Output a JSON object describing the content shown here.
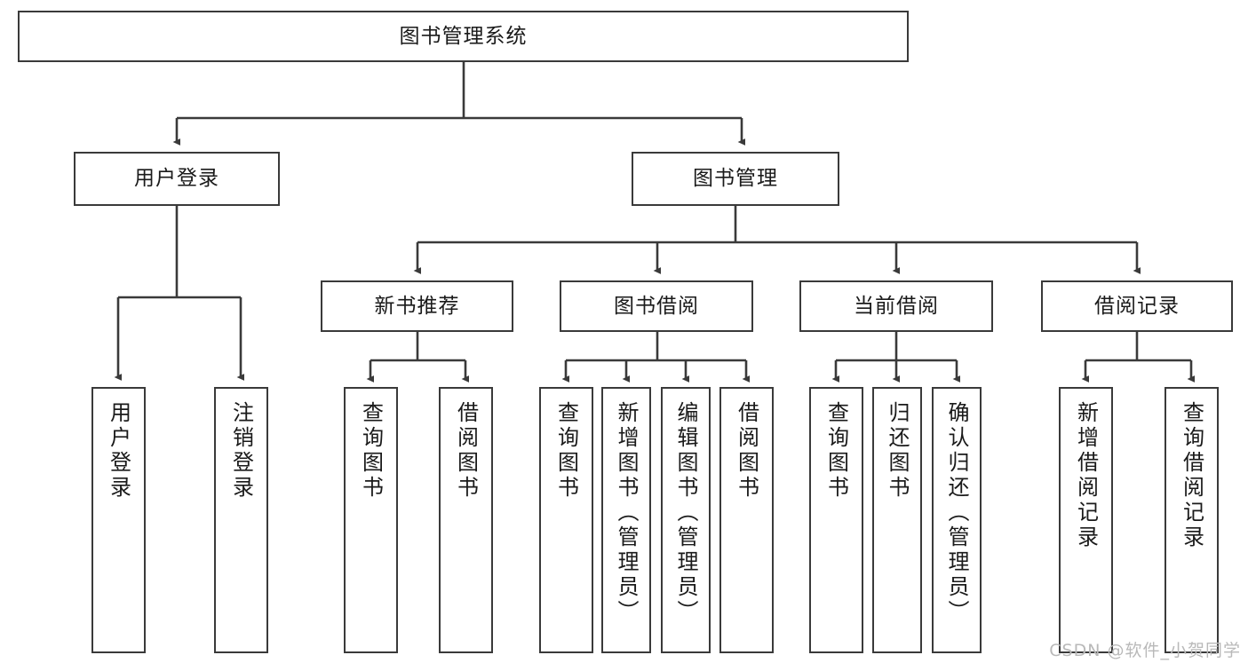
{
  "diagram": {
    "type": "tree",
    "title": "图书管理系统",
    "root": {
      "label": "图书管理系统"
    },
    "level2": [
      {
        "label": "用户登录"
      },
      {
        "label": "图书管理"
      }
    ],
    "level3": [
      {
        "label": "新书推荐",
        "parent": "图书管理"
      },
      {
        "label": "图书借阅",
        "parent": "图书管理"
      },
      {
        "label": "当前借阅",
        "parent": "图书管理"
      },
      {
        "label": "借阅记录",
        "parent": "图书管理"
      }
    ],
    "leaves": [
      {
        "label": "用户登录",
        "parent": "用户登录"
      },
      {
        "label": "注销登录",
        "parent": "用户登录"
      },
      {
        "label": "查询图书",
        "parent": "新书推荐"
      },
      {
        "label": "借阅图书",
        "parent": "新书推荐"
      },
      {
        "label": "查询图书",
        "parent": "图书借阅"
      },
      {
        "label": "新增图书（管理员）",
        "parent": "图书借阅"
      },
      {
        "label": "编辑图书（管理员）",
        "parent": "图书借阅"
      },
      {
        "label": "借阅图书",
        "parent": "图书借阅"
      },
      {
        "label": "查询图书",
        "parent": "当前借阅"
      },
      {
        "label": "归还图书",
        "parent": "当前借阅"
      },
      {
        "label": "确认归还（管理员）",
        "parent": "当前借阅"
      },
      {
        "label": "新增借阅记录",
        "parent": "借阅记录"
      },
      {
        "label": "查询借阅记录",
        "parent": "借阅记录"
      }
    ],
    "colors": {
      "stroke": "#3a3a3a",
      "fill": "#ffffff",
      "text": "#1a1a1a",
      "watermark": "#b9b9b9"
    }
  },
  "watermark": {
    "text": "CSDN @软件_小贺同学"
  }
}
